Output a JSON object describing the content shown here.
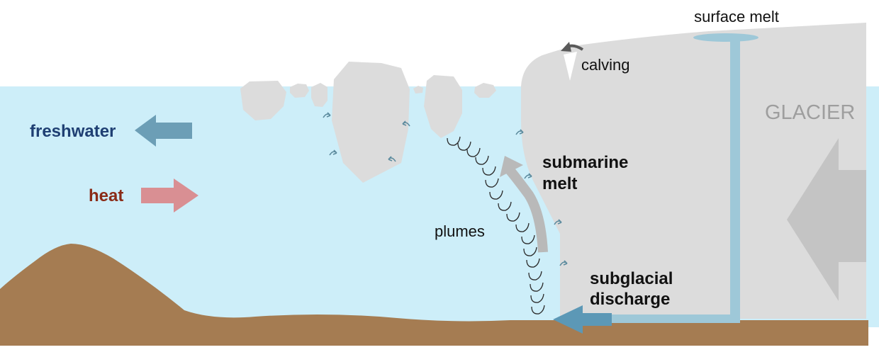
{
  "labels": {
    "surface_melt": "surface melt",
    "calving": "calving",
    "glacier": "GLACIER",
    "freshwater": "freshwater",
    "heat": "heat",
    "submarine_melt_line1": "submarine",
    "submarine_melt_line2": "melt",
    "plumes": "plumes",
    "subglacial_discharge_line1": "subglacial",
    "subglacial_discharge_line2": "discharge"
  },
  "colors": {
    "ocean": "#cdeef9",
    "ice": "#dcdcdc",
    "ground": "#a57c52",
    "meltwater": "#9ec8d8",
    "freshwater_arrow": "#6c9eb6",
    "freshwater_text": "#1f3f73",
    "heat_arrow": "#d98f93",
    "heat_text": "#8a2b17",
    "discharge_arrow": "#5c98b6",
    "plume_arrow": "#b9b9b9",
    "glacier_flow_arrow": "#c4c4c4",
    "calving_arrow": "#5a5a5a",
    "glacier_text": "#9e9e9e"
  }
}
